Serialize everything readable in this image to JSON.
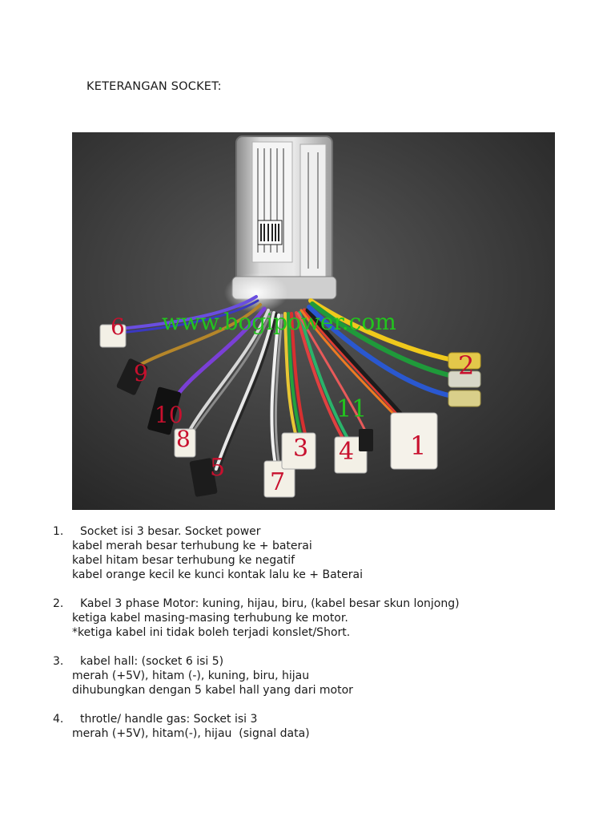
{
  "heading": "KETERANGAN SOCKET:",
  "photo": {
    "watermark": "www.bogipower.com",
    "labels": {
      "l1": "1",
      "l2": "2",
      "l3": "3",
      "l4": "4",
      "l5": "5",
      "l6": "6",
      "l7": "7",
      "l8": "8",
      "l9": "9",
      "l10": "10",
      "l11": "11"
    },
    "colors": {
      "background": "#3c3c3c",
      "label_red": "#c8102e",
      "watermark_green": "#22c41e"
    }
  },
  "items": [
    {
      "num": "1.",
      "title": "Socket isi 3 besar. Socket power",
      "lines": [
        "kabel merah besar terhubung ke + baterai",
        "kabel hitam besar terhubung ke negatif",
        "kabel orange kecil ke kunci kontak lalu ke + Baterai"
      ]
    },
    {
      "num": "2.",
      "title": "Kabel 3 phase Motor: kuning, hijau, biru, (kabel besar skun lonjong)",
      "lines": [
        "ketiga kabel masing-masing terhubung ke motor.",
        "*ketiga kabel ini tidak boleh terjadi konslet/Short."
      ]
    },
    {
      "num": "3.",
      "title": "kabel hall: (socket 6 isi 5)",
      "lines": [
        "merah (+5V), hitam (-), kuning, biru, hijau",
        "dihubungkan dengan 5 kabel hall yang dari motor"
      ]
    },
    {
      "num": "4.",
      "title": "throtle/ handle gas: Socket isi 3",
      "lines": [
        "merah (+5V), hitam(-), hijau  (signal data)"
      ]
    }
  ]
}
